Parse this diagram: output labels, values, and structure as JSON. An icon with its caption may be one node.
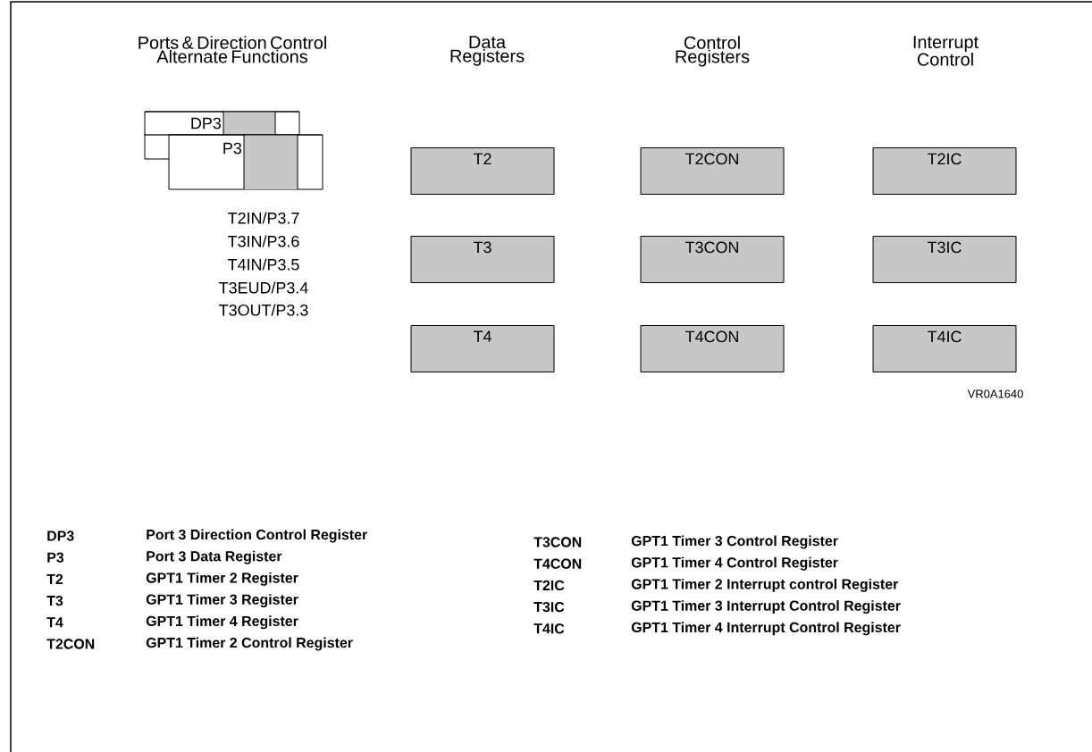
{
  "diagram": {
    "nodes": [
      {
        "text": [
          "DP3"
        ]
      },
      {
        "text": [
          "P3"
        ]
      },
      {
        "text": [
          "T2"
        ]
      },
      {
        "text": [
          "T3"
        ]
      },
      {
        "text": [
          "T4"
        ]
      },
      {
        "text": [
          "T2CON"
        ]
      },
      {
        "text": [
          "T3CON"
        ]
      },
      {
        "text": [
          "T4CON"
        ]
      },
      {
        "text": [
          "T2IC"
        ]
      },
      {
        "text": [
          "T3IC"
        ]
      },
      {
        "text": [
          "T4IC"
        ]
      }
    ],
    "labels": [
      "Ports & Direction Control Alternate Functions",
      "Data Registers",
      "Control Registers",
      "Interrupt Control",
      "T2IN/P3.7",
      "T3IN/P3.6",
      "T4IN/P3.5",
      "T3EUD/P3.4",
      "T3OUT/P3.3",
      "VR0A1640",
      "DP3",
      "Port 3 Direction Control Register",
      "P3",
      "Port 3 Data Register",
      "T2",
      "GPT1 Timer 2 Register",
      "T3",
      "GPT1 Timer 3 Register",
      "T4",
      "GPT1 Timer 4 Register",
      "T2CON",
      "GPT1 Timer 2 Control Register",
      "T3CON",
      "GPT1 Timer 3 Control Register",
      "T4CON",
      "GPT1 Timer 4 Control Register",
      "T2IC",
      "GPT1 Timer 2 Interrupt control Register",
      "T3IC",
      "GPT1 Timer 3 Interrupt Control Register",
      "T4IC",
      "GPT1 Timer 4 Interrupt Control Register"
    ]
  }
}
